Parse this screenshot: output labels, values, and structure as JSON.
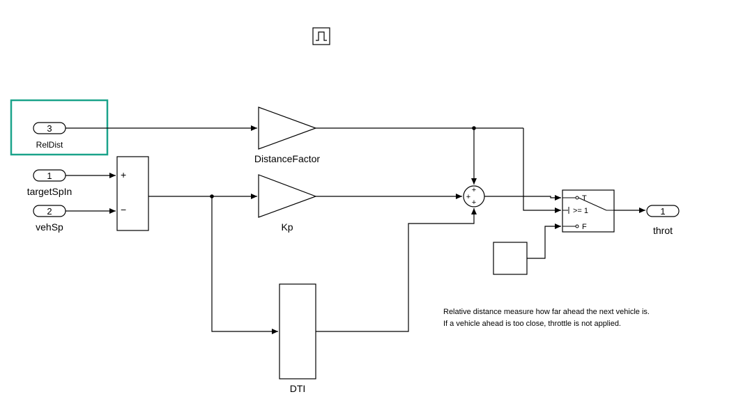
{
  "blocks": {
    "inport_reldist": {
      "number": "3",
      "name": "RelDist"
    },
    "inport_target": {
      "number": "1",
      "name": "targetSpIn"
    },
    "inport_vehsp": {
      "number": "2",
      "name": "vehSp"
    },
    "sum_subtract": {
      "plus": "+",
      "minus": "−"
    },
    "gain_distance": {
      "name": "DistanceFactor"
    },
    "gain_kp": {
      "name": "Kp"
    },
    "sum_main": {
      "signs": [
        "+",
        "+",
        "+"
      ]
    },
    "dti": {
      "name": "DTI"
    },
    "switch": {
      "true_label": "T",
      "threshold": ">= 1",
      "false_label": "F"
    },
    "outport_throt": {
      "number": "1",
      "name": "throt"
    }
  },
  "annotation": {
    "line1": "Relative distance measure how far ahead the next vehicle is.",
    "line2": "If a vehicle ahead is too close, throttle is not applied."
  },
  "colors": {
    "highlight": "#1aa38a"
  }
}
